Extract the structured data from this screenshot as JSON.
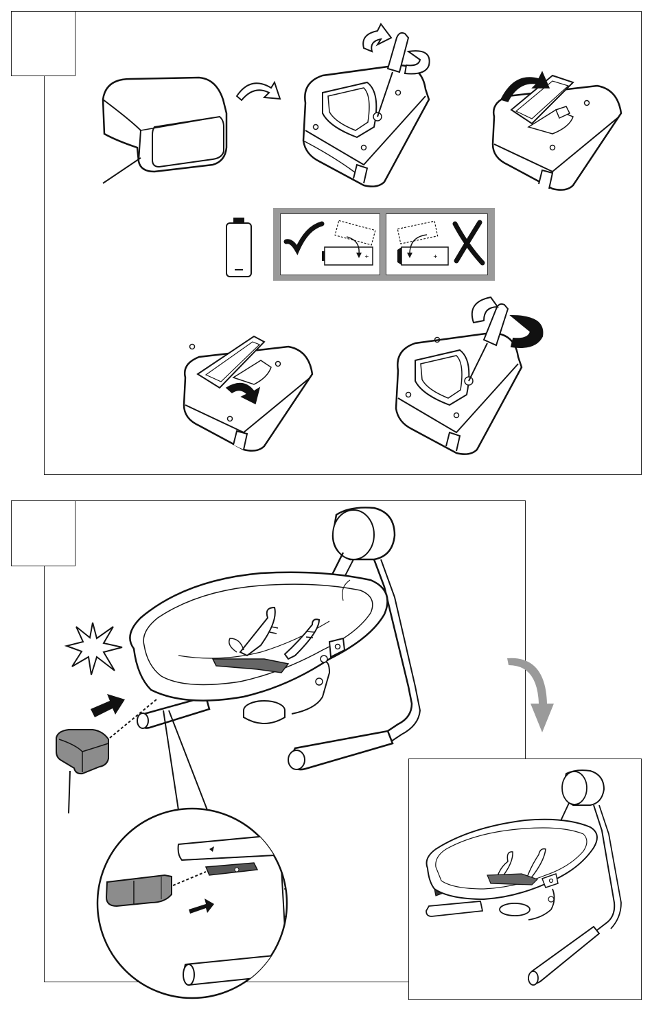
{
  "page": {
    "steps": [
      {
        "number": ""
      },
      {
        "number": ""
      }
    ],
    "step1": {
      "illustrations": [
        "battery-pack",
        "rotate-arrow",
        "unscrew-cover",
        "open-cover",
        "battery-icon",
        "correct-orientation",
        "wrong-orientation",
        "close-cover",
        "screw-cover"
      ],
      "marks": {
        "correct": "check-icon",
        "wrong": "x-icon"
      }
    },
    "step2": {
      "illustrations": [
        "attention-burst-icon",
        "push-arrow",
        "battery-pack",
        "swing-seat",
        "detail-magnifier",
        "down-curve-arrow",
        "assembled-swing"
      ]
    }
  }
}
